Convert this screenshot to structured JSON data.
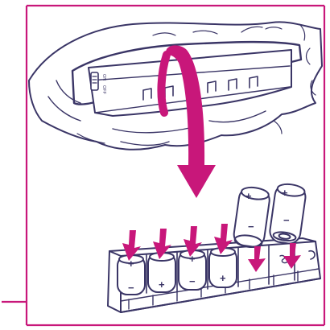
{
  "colors": {
    "frame": "#c8177a",
    "arrow": "#c8177a",
    "ink": "#3a3566",
    "background": "#ffffff"
  },
  "switch": {
    "on_label": "ON",
    "off_label": "OFF"
  },
  "polarity": {
    "plus": "+",
    "minus": "−"
  },
  "batteries": {
    "count": 6,
    "inserted_count": 4,
    "loose_count": 2
  }
}
